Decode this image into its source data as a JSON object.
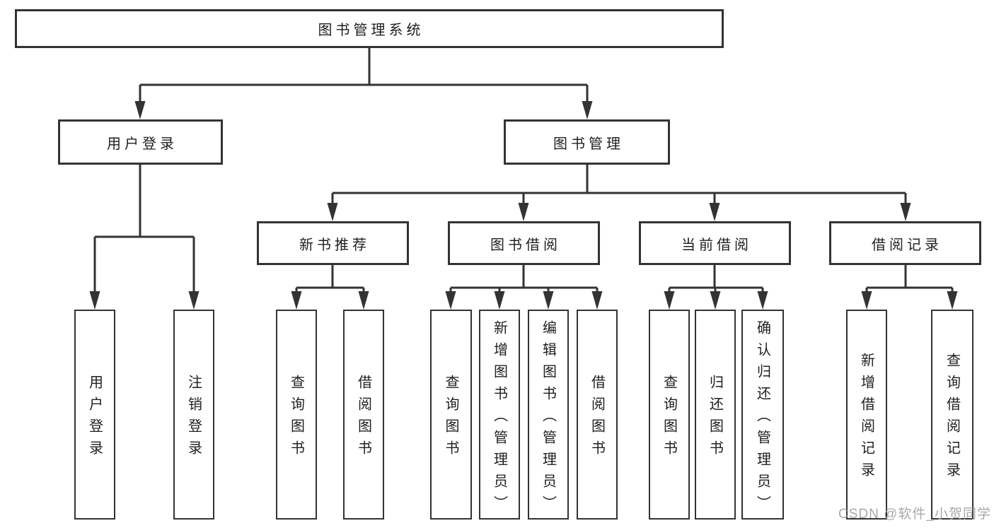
{
  "tree": {
    "root": "图书管理系统",
    "l2": [
      {
        "label": "用户登录",
        "children": [
          "用户登录",
          "注销登录"
        ]
      },
      {
        "label": "图书管理",
        "groups": [
          {
            "label": "新书推荐",
            "children": [
              "查询图书",
              "借阅图书"
            ]
          },
          {
            "label": "图书借阅",
            "children": [
              "查询图书",
              "新增图书（管理员）",
              "编辑图书（管理员）",
              "借阅图书"
            ]
          },
          {
            "label": "当前借阅",
            "children": [
              "查询图书",
              "归还图书",
              "确认归还（管理员）"
            ]
          },
          {
            "label": "借阅记录",
            "children": [
              "新增借阅记录",
              "查询借阅记录"
            ]
          }
        ]
      }
    ]
  },
  "watermark": "CSDN @软件_小贺同学",
  "colors": {
    "line": "#333333",
    "text": "#1f1f1f",
    "background": "#ffffff",
    "watermark": "#9e9e9e"
  }
}
